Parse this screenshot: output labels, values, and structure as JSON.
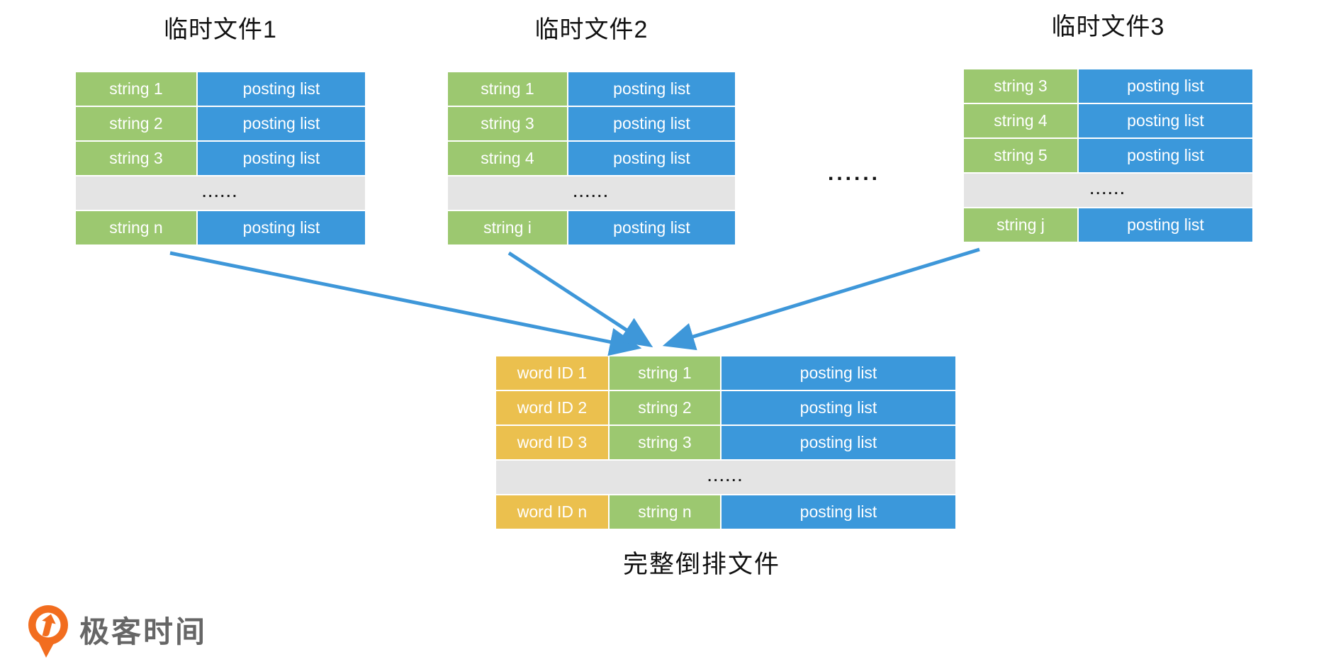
{
  "labels": {
    "posting_list": "posting list"
  },
  "temp_files": [
    {
      "title": "临时文件1",
      "rows": [
        "string 1",
        "string 2",
        "string 3"
      ],
      "ellipsis": "......",
      "last_row": "string n"
    },
    {
      "title": "临时文件2",
      "rows": [
        "string 1",
        "string 3",
        "string 4"
      ],
      "ellipsis": "......",
      "last_row": "string i"
    },
    {
      "title": "临时文件3",
      "rows": [
        "string 3",
        "string 4",
        "string 5"
      ],
      "ellipsis": "......",
      "last_row": "string j"
    }
  ],
  "between_ellipsis": "......",
  "merged_file": {
    "caption": "完整倒排文件",
    "rows": [
      {
        "word_id": "word ID 1",
        "string": "string 1"
      },
      {
        "word_id": "word ID 2",
        "string": "string 2"
      },
      {
        "word_id": "word ID 3",
        "string": "string 3"
      }
    ],
    "ellipsis": "......",
    "last_row": {
      "word_id": "word ID n",
      "string": "string n"
    }
  },
  "logo": {
    "text": "极客时间"
  },
  "colors": {
    "green": "#9CC870",
    "blue": "#3B98DB",
    "yellow": "#EBC04E",
    "gray_row": "#E4E4E4",
    "arrow": "#3E97D9",
    "logo_orange": "#F26D1F",
    "logo_text": "#666666"
  }
}
